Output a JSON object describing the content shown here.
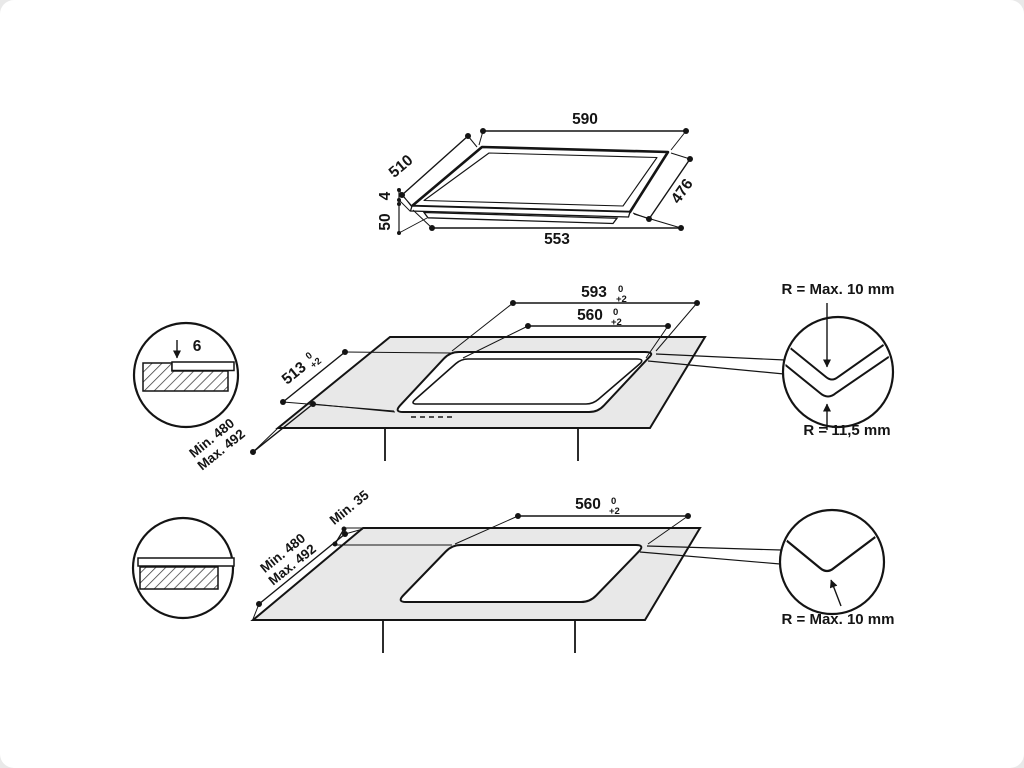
{
  "page": {
    "line_color": "#141414",
    "worktop_fill": "#e8e8e8"
  },
  "hob_view": {
    "width_top": "590",
    "depth_left": "510",
    "depth_right": "476",
    "width_bottom": "553",
    "glass_thickness": "4",
    "body_height": "50"
  },
  "flush_installation": {
    "recess_width": "593",
    "recess_width_tol_upper": "0",
    "recess_width_tol_lower": "+2",
    "cutout_width": "560",
    "cutout_width_tol_upper": "0",
    "cutout_width_tol_lower": "+2",
    "recess_depth": "513",
    "recess_depth_tol_upper": "0",
    "recess_depth_tol_lower": "+2",
    "distance_min": "Min. 480",
    "distance_max": "Max. 492",
    "ledge_depth": "6",
    "corner_radius_top": "R = Max. 10 mm",
    "corner_radius_bottom": "R = 11,5 mm"
  },
  "surface_installation": {
    "cutout_width": "560",
    "cutout_width_tol_upper": "0",
    "cutout_width_tol_lower": "+2",
    "rear_distance": "Min. 35",
    "distance_min": "Min. 480",
    "distance_max": "Max. 492",
    "corner_radius": "R = Max. 10 mm"
  }
}
